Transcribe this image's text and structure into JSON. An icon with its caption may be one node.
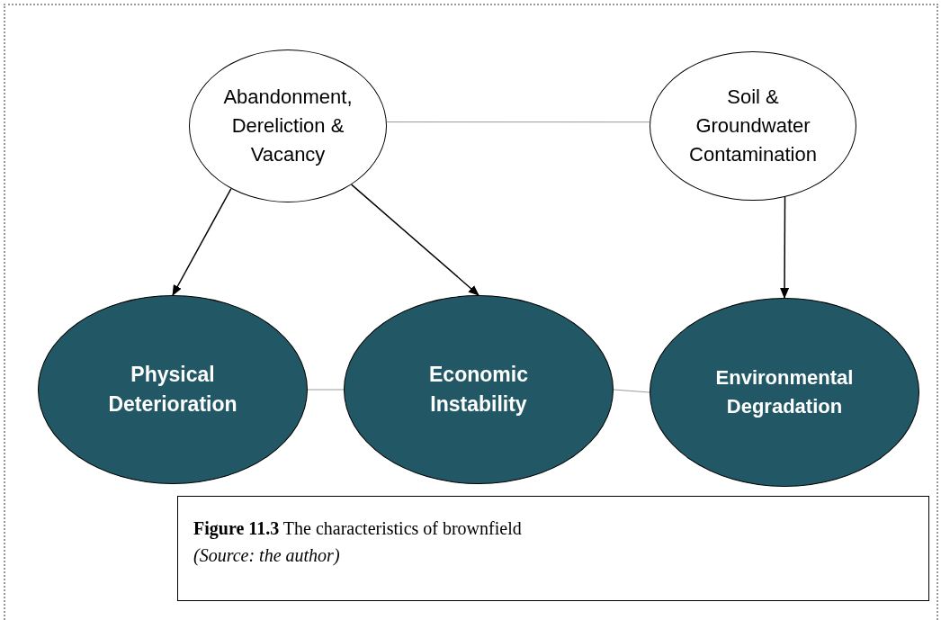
{
  "diagram": {
    "caption": "**Figure 11.3** The characteristics of brownfield",
    "nodes": [
      {
        "text": [
          "Abandonment, Dereliction & Vacancy"
        ]
      },
      {
        "text": [
          "Soil & Groundwater Contamination"
        ]
      },
      {
        "text": [
          "Physical Deterioration"
        ]
      },
      {
        "text": [
          "Economic Instability"
        ]
      },
      {
        "text": [
          "Environmental Degradation"
        ]
      }
    ],
    "edges": [
      {
        "from": 0,
        "to": 1,
        "arrow": "none",
        "color": "#808080"
      },
      {
        "from": 0,
        "to": 2,
        "arrow": "to",
        "color": "#000000"
      },
      {
        "from": 0,
        "to": 3,
        "arrow": "to",
        "color": "#000000"
      },
      {
        "from": 1,
        "to": 4,
        "arrow": "to",
        "color": "#000000"
      },
      {
        "from": 2,
        "to": 3,
        "arrow": "none",
        "color": "#808080"
      },
      {
        "from": 3,
        "to": 4,
        "arrow": "none",
        "color": "#808080"
      }
    ],
    "labels": [
      "(Source: the author)"
    ]
  }
}
